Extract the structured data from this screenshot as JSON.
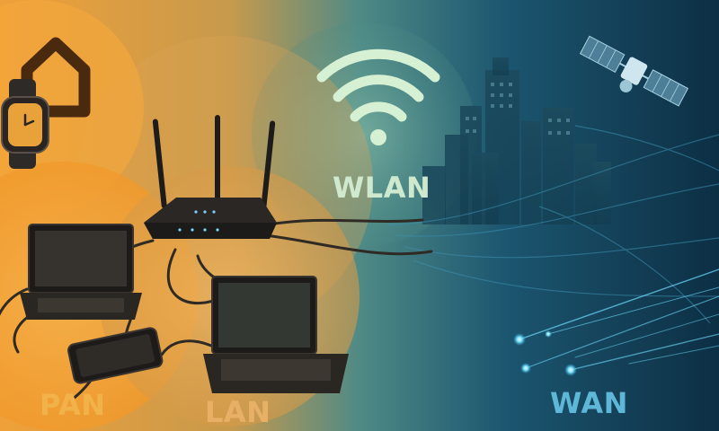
{
  "labels": {
    "pan": "PAN",
    "lan": "LAN",
    "wlan": "WLAN",
    "wan": "WAN"
  },
  "icons": [
    "smartwatch-icon",
    "home-icon",
    "router-icon",
    "wifi-icon",
    "satellite-icon",
    "laptop-icon",
    "smartphone-icon",
    "city-skyline-icon"
  ],
  "colors": {
    "pan_zone": "#f3a43a",
    "lan_zone": "#e9a954",
    "wlan_zone": "#7fb9a8",
    "wan_zone": "#0e4258",
    "wifi_signal": "#d6f0d4",
    "fiber_glow": "#7fe3ff"
  }
}
